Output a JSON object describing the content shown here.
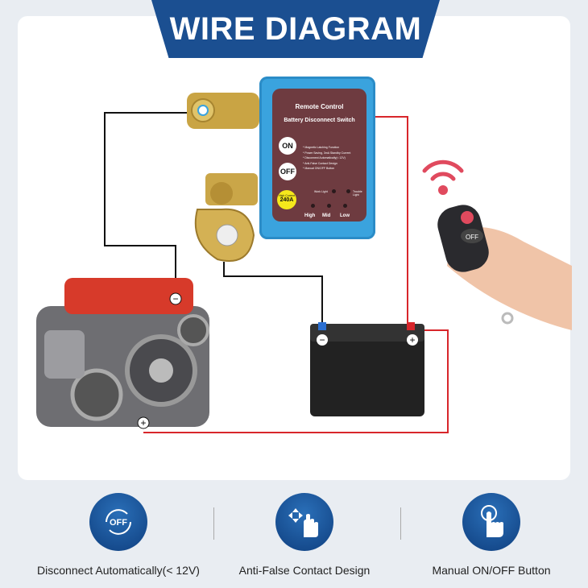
{
  "header": {
    "title": "WIRE DIAGRAM"
  },
  "device": {
    "title_line1": "Remote Control",
    "title_line2": "Battery Disconnect Switch",
    "on_label": "ON",
    "off_label": "OFF",
    "current_label": "High Current",
    "current_value": "240A",
    "features": [
      "* Magnetic Latching Function",
      "* Power Saving, 3mA Standby Current",
      "* Disconnect Automatically(< 12V)",
      "* Anti-False Contact Design",
      "* Manual ON/OFF Button"
    ],
    "work_light": "Work Light",
    "trouble_light": "Trouble Light",
    "levels": [
      "High",
      "Mid",
      "Low"
    ]
  },
  "remote": {
    "off_label": "OFF"
  },
  "terminals": {
    "minus": "−",
    "plus": "+"
  },
  "colors": {
    "header": "#1b4f91",
    "device": "#3aa3de",
    "face": "#6e3b40",
    "wire_red": "#d8262b",
    "wire_black": "#111111"
  },
  "features": [
    {
      "icon": "auto-off-icon",
      "label": "Disconnect Automatically(< 12V)"
    },
    {
      "icon": "anti-false-contact-icon",
      "label": "Anti-False Contact Design"
    },
    {
      "icon": "touch-button-icon",
      "label": "Manual ON/OFF Button"
    }
  ]
}
